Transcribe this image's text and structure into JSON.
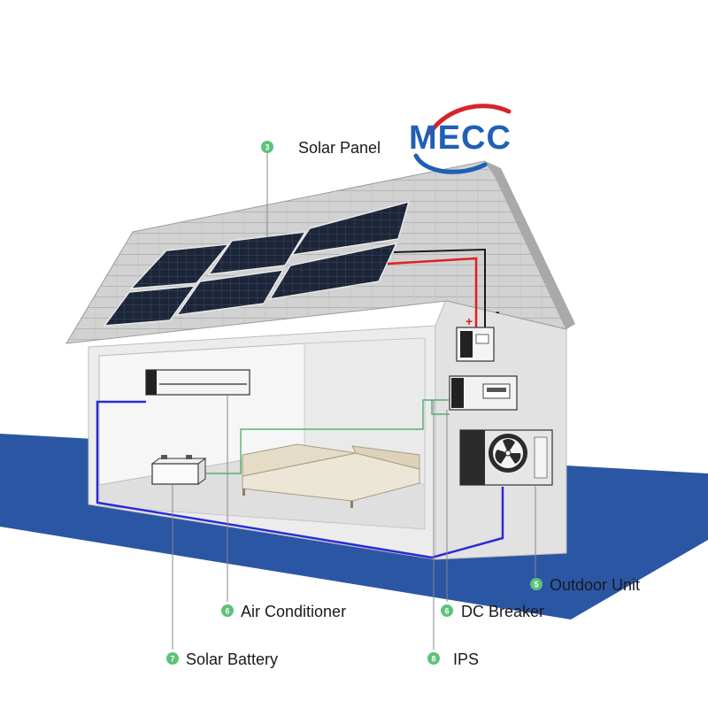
{
  "logo": {
    "text": "MECC",
    "color_primary": "#1f5fb8",
    "color_arc": "#d6242a"
  },
  "colors": {
    "ground": "#2b56a4",
    "badge": "#5cc37b",
    "wire_dc": "#e02020",
    "wire_ac": "#2a2ad6",
    "wire_signal": "#3da35a",
    "house_wall": "#e9e9e9",
    "roof": "#cfcfcf",
    "panel": "#1a2233"
  },
  "labels": {
    "solar_panel": {
      "num": "3",
      "text": "Solar Panel"
    },
    "outdoor_unit": {
      "num": "5",
      "text": "Outdoor Unit"
    },
    "air_conditioner": {
      "num": "6",
      "text": "Air Conditioner"
    },
    "dc_breaker": {
      "num": "6",
      "text": "DC Breaker"
    },
    "solar_battery": {
      "num": "7",
      "text": "Solar Battery"
    },
    "ips": {
      "num": "8",
      "text": "IPS"
    }
  },
  "controller": {
    "plus": "+",
    "minus": "-"
  }
}
